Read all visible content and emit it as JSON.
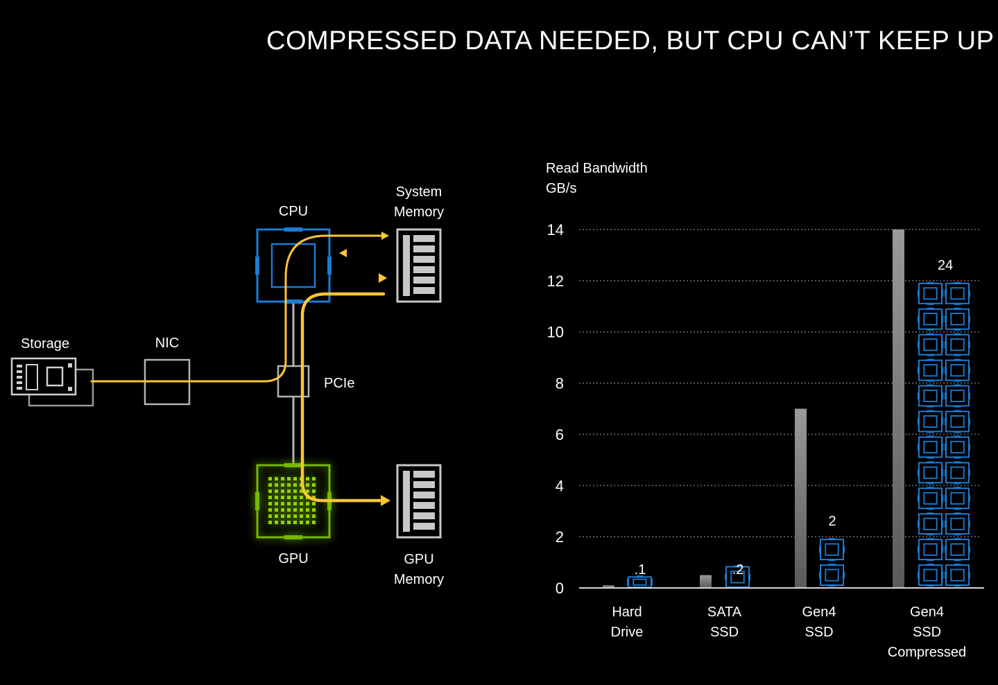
{
  "title": "COMPRESSED DATA NEEDED, BUT CPU CAN’T KEEP UP",
  "diagram": {
    "storage": "Storage",
    "nic": "NIC",
    "pcie": "PCIe",
    "cpu": "CPU",
    "system_memory": [
      "System",
      "Memory"
    ],
    "gpu": "GPU",
    "gpu_memory": [
      "GPU",
      "Memory"
    ],
    "colors": {
      "flow": "#ffc533",
      "cpu": "#1a7dd4",
      "gpu": "#76b900",
      "component": "#b4b4b4"
    }
  },
  "chart_data": {
    "type": "bar",
    "ylabel": [
      "Read Bandwidth",
      "GB/s"
    ],
    "ylim": [
      0,
      14
    ],
    "yticks": [
      0,
      2,
      4,
      6,
      8,
      10,
      12,
      14
    ],
    "grid": "dotted horizontal",
    "categories": [
      [
        "Hard",
        "Drive"
      ],
      [
        "SATA",
        "SSD"
      ],
      [
        "Gen4",
        "SSD"
      ],
      [
        "Gen4",
        "SSD",
        "Compressed"
      ]
    ],
    "series": [
      {
        "values": [
          0.1,
          0.5,
          7,
          14
        ],
        "style": "grey bar"
      },
      {
        "values": [
          0.1,
          0.2,
          2,
          24
        ],
        "style": "stacked CPU core icons",
        "labels": [
          ".1",
          ".2",
          "2",
          "24"
        ]
      }
    ],
    "colors": {
      "bar": "#8a8a8a",
      "cores": "#1a7dd4",
      "axis": "#d8d8d8"
    }
  }
}
